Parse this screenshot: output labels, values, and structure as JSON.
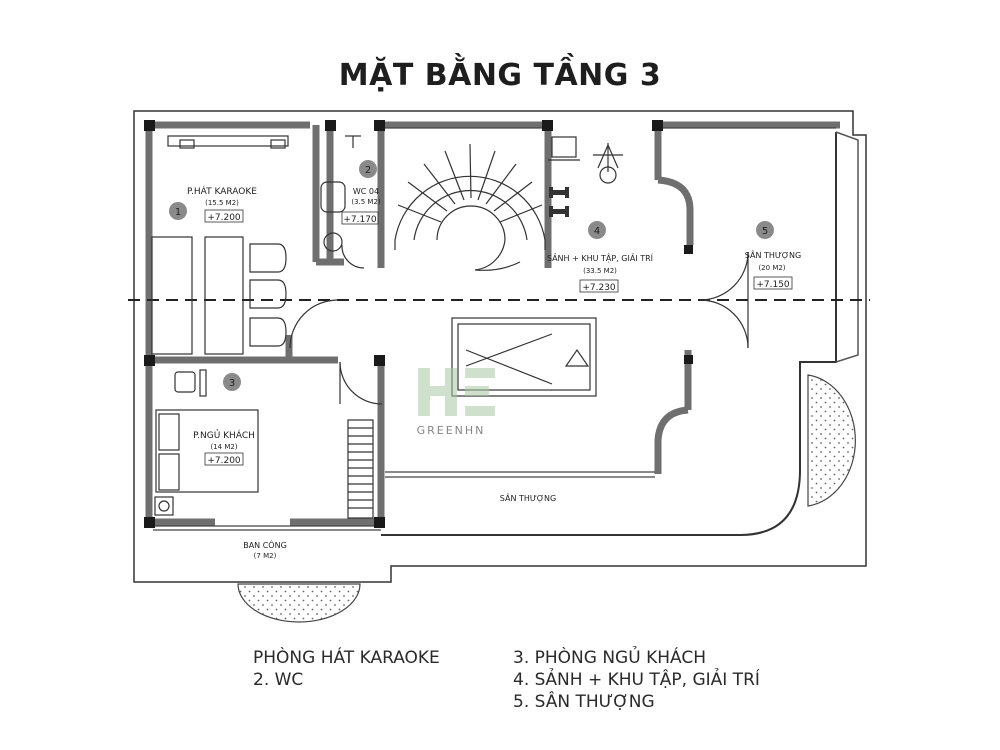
{
  "title": "MẶT BẰNG TẦNG 3",
  "rooms": {
    "karaoke": {
      "num": "1",
      "name": "P.HÁT KARAOKE",
      "area": "(15.5 M2)",
      "level": "+7.200"
    },
    "wc": {
      "num": "2",
      "name": "WC 04",
      "area": "(3.5 M2)",
      "level": "+7.170"
    },
    "guest": {
      "num": "3",
      "name": "P.NGỦ KHÁCH",
      "area": "(14 M2)",
      "level": "+7.200"
    },
    "hall": {
      "num": "4",
      "name": "SẢNH + KHU TẬP, GIẢI TRÍ",
      "area": "(33.5 M2)",
      "level": "+7.230"
    },
    "terrace": {
      "num": "5",
      "name": "SÂN THƯỢNG",
      "area": "(20 M2)",
      "level": "+7.150"
    }
  },
  "outside_labels": {
    "terrace_bottom": "SÂN THƯỢNG",
    "balcony": "BAN CÔNG",
    "balcony_area": "(7 M2)"
  },
  "watermark": "GREENHN",
  "legend": {
    "left": [
      "PHÒNG HÁT KARAOKE",
      "2. WC"
    ],
    "right": [
      "3. PHÒNG NGỦ KHÁCH",
      "4. SẢNH + KHU TẬP, GIẢI TRÍ",
      "5. SÂN THƯỢNG"
    ]
  },
  "colors": {
    "wall": "#7a7a7a",
    "column": "#1a1a1a",
    "marker": "#8a8a8a",
    "watermark": "#a9c9a3"
  }
}
